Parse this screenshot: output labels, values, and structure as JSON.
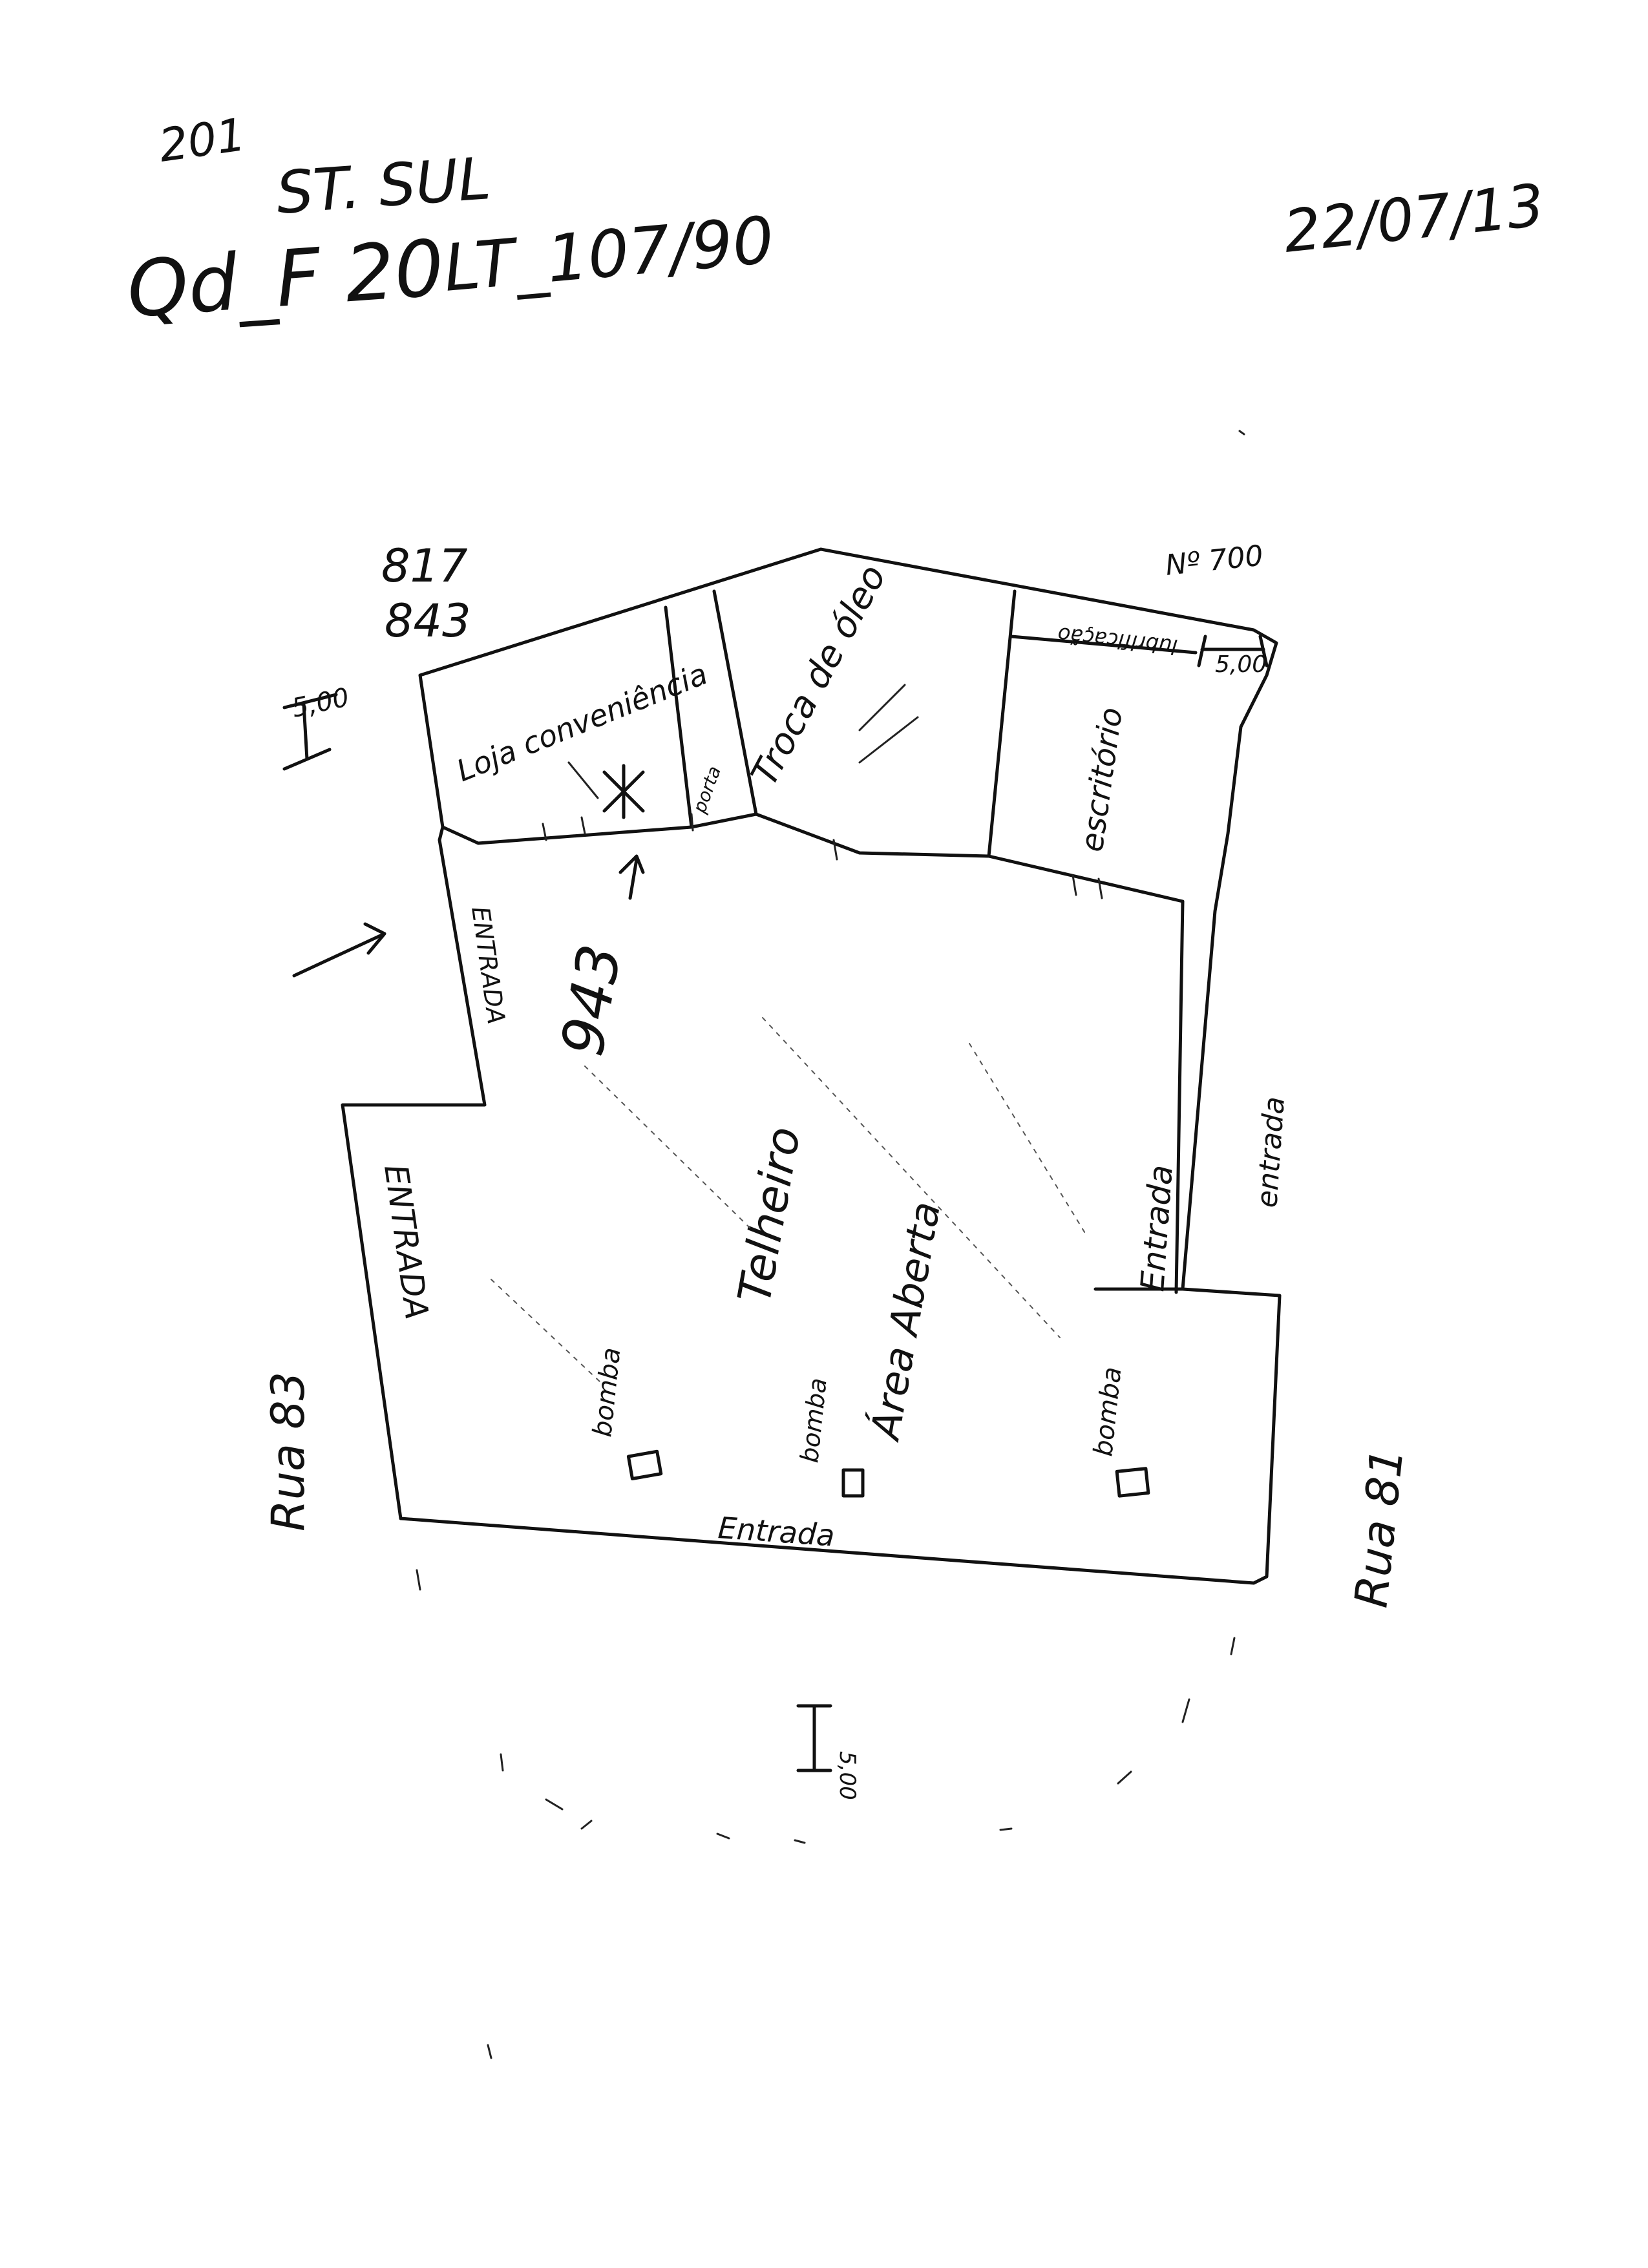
{
  "header": {
    "number": "201",
    "sector": "ST. SUL",
    "code": "Qd_F 20",
    "lot": "LT_107/90",
    "date": "22/07/13"
  },
  "plan": {
    "corner_codes": [
      "817",
      "843"
    ],
    "house_number": "Nº 700",
    "dim_left": "5,00",
    "dim_right": "5,00",
    "dim_bottom": "5,00",
    "building_number": "943",
    "rooms": {
      "store": "Loja conveniência",
      "door": "porta",
      "oil_change": "Troca de óleo",
      "office": "escritório",
      "lubrication": "lubrificação"
    },
    "labels": {
      "entrada_left_upper": "ENTRADA",
      "entrada_left_lower": "ENTRADA",
      "entrada_bottom": "Entrada",
      "entrada_inner_right": "Entrada",
      "entrada_right": "entrada",
      "area": "Área Aberta",
      "roof": "Telheiro",
      "pump": "bomba"
    },
    "streets": {
      "left": "Rua 83",
      "right": "Rua 81"
    }
  }
}
